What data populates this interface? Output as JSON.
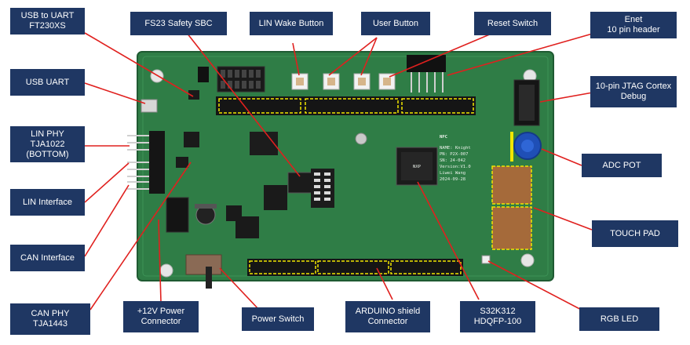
{
  "labels": {
    "usb_to_uart": "USB to UART\nFT230XS",
    "fs23": "FS23 Safety SBC",
    "lin_wake": "LIN Wake Button",
    "user_button": "User Button",
    "reset_switch": "Reset Switch",
    "enet": "Enet\n10 pin header",
    "usb_uart": "USB UART",
    "jtag": "10-pin JTAG Cortex\nDebug",
    "lin_phy": "LIN PHY\nTJA1022\n(BOTTOM)",
    "adc_pot": "ADC POT",
    "lin_interface": "LIN Interface",
    "touch_pad": "TOUCH PAD",
    "can_interface": "CAN Interface",
    "can_phy": "CAN PHY\nTJA1443",
    "power_connector": "+12V Power\nConnector",
    "power_switch": "Power Switch",
    "arduino": "ARDUINO shield\nConnector",
    "mcu": "S32K312\nHDQFP-100",
    "rgb_led": "RGB LED"
  },
  "board_silkscreen": {
    "name": "NAME: Knight",
    "pn": "PN: P2X-007",
    "sn": "SN: 24-042",
    "version": "Version:V1.0",
    "author": "Liwei Wang",
    "date": "2024-09-28",
    "logo": "NPC"
  },
  "colors": {
    "label_bg": "#1f3763",
    "label_text": "#ffffff",
    "pcb": "#2f7d46",
    "leader": "#e0201e",
    "highlight": "#f2e600"
  }
}
